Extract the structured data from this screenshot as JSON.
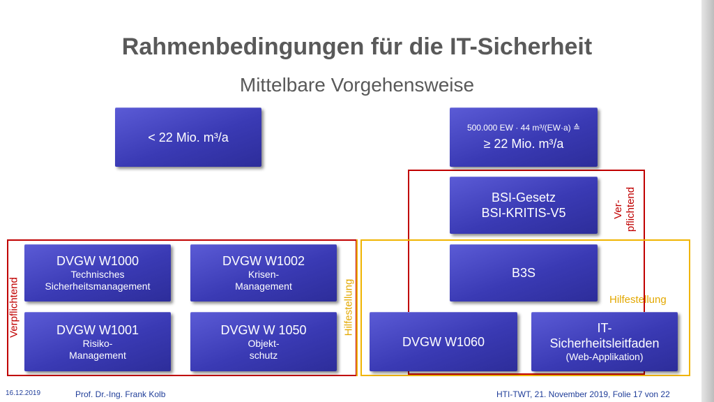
{
  "title": "Rahmenbedingungen für die IT-Sicherheit",
  "subtitle": "Mittelbare Vorgehensweise",
  "boxes": {
    "lt22": {
      "main": "< 22 Mio. m³/a"
    },
    "ge22": {
      "formula": "500.000 EW · 44 m³/(EW·a) ≙",
      "main": "≥ 22 Mio. m³/a"
    },
    "bsi": {
      "line1": "BSI-Gesetz",
      "line2": "BSI-KRITIS-V5"
    },
    "b3s": {
      "main": "B3S"
    },
    "w1000": {
      "main": "DVGW W1000",
      "sub1": "Technisches",
      "sub2": "Sicherheitsmanagement"
    },
    "w1002": {
      "main": "DVGW W1002",
      "sub1": "Krisen-",
      "sub2": "Management"
    },
    "w1001": {
      "main": "DVGW W1001",
      "sub1": "Risiko-",
      "sub2": "Management"
    },
    "w1050": {
      "main": "DVGW W 1050",
      "sub1": "Objekt-",
      "sub2": "schutz"
    },
    "w1060": {
      "main": "DVGW W1060"
    },
    "itsl": {
      "line1": "IT-",
      "line2": "Sicherheitsleitfaden",
      "sub": "(Web-Applikation)"
    }
  },
  "labels": {
    "ver_pflichtend_line1": "Ver-",
    "ver_pflichtend_line2": "pflichtend",
    "verpflichtend": "Verpflichtend",
    "hilfestellung_left": "Hilfestellung",
    "hilfestellung_right": "Hilfestellung"
  },
  "footer": {
    "date": "16.12.2019",
    "author": "Prof. Dr.-Ing. Frank Kolb",
    "event": "HTI-TWT, 21. November 2019, Folie 17 von 22"
  },
  "colors": {
    "box": "#3a3ab4",
    "frame_red": "#c00000",
    "frame_gold": "#f0b400",
    "title": "#595959"
  }
}
